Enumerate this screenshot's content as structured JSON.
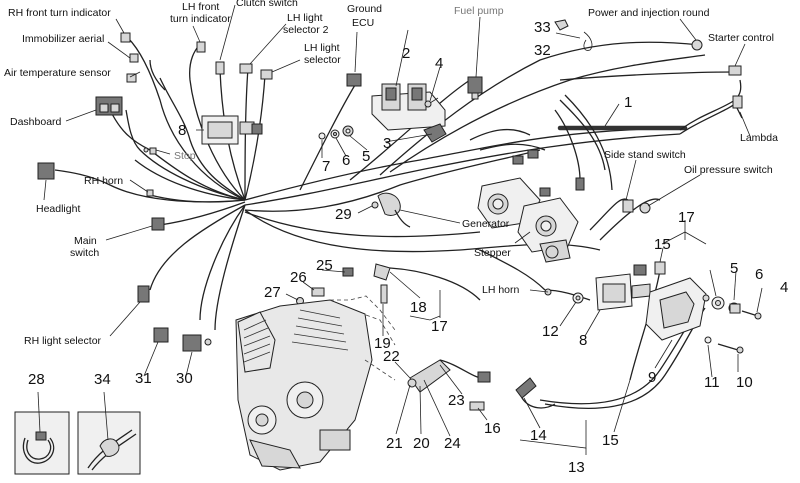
{
  "labels": {
    "rh_front_turn": "RH front turn indicator",
    "lh_front_turn_1": "LH front",
    "lh_front_turn_2": "turn indicator",
    "clutch_switch": "Clutch switch",
    "lh_light_sel2_1": "LH light",
    "lh_light_sel2_2": "selector 2",
    "lh_light_sel_1": "LH light",
    "lh_light_sel_2": "selector",
    "ground_ecu_1": "Ground",
    "ground_ecu_2": "ECU",
    "fuel_pump": "Fuel pump",
    "power_injection": "Power and injection round",
    "starter_control": "Starter control",
    "immobilizer": "Immobilizer aerial",
    "air_temp": "Air temperature sensor",
    "dashboard": "Dashboard",
    "stop": "Stop",
    "rh_horn": "RH horn",
    "headlight": "Headlight",
    "main_switch_1": "Main",
    "main_switch_2": "switch",
    "rh_light_selector": "RH light selector",
    "lambda": "Lambda",
    "side_stand": "Side stand switch",
    "oil_pressure": "Oil pressure switch",
    "generator": "Generator",
    "stepper": "Stepper",
    "lh_horn": "LH horn"
  },
  "numbers": {
    "n1": "1",
    "n2": "2",
    "n3": "3",
    "n4a": "4",
    "n4b": "4",
    "n5a": "5",
    "n5b": "5",
    "n6a": "6",
    "n6b": "6",
    "n7": "7",
    "n8a": "8",
    "n8b": "8",
    "n9": "9",
    "n10": "10",
    "n11": "11",
    "n12": "12",
    "n13": "13",
    "n14": "14",
    "n15a": "15",
    "n15b": "15",
    "n16": "16",
    "n17a": "17",
    "n17b": "17",
    "n18": "18",
    "n19": "19",
    "n20": "20",
    "n21": "21",
    "n22": "22",
    "n23": "23",
    "n24": "24",
    "n25": "25",
    "n26": "26",
    "n27": "27",
    "n28": "28",
    "n29": "29",
    "n30": "30",
    "n31": "31",
    "n32": "32",
    "n33": "33",
    "n34": "34"
  }
}
